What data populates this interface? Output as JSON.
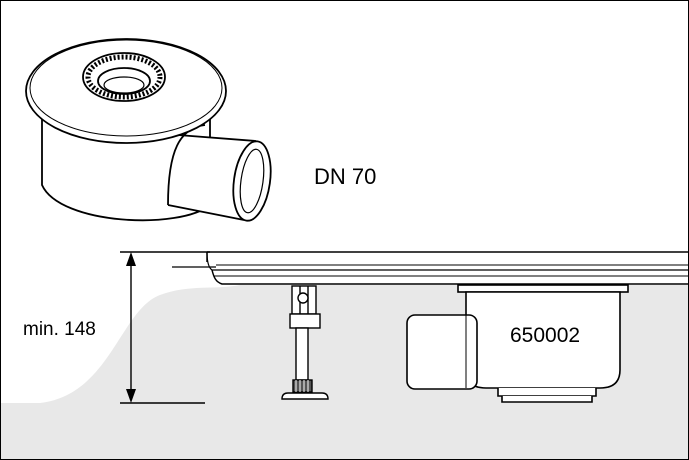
{
  "labels": {
    "pipe_size": "DN 70",
    "min_height": "min. 148",
    "part_number": "650002"
  }
}
